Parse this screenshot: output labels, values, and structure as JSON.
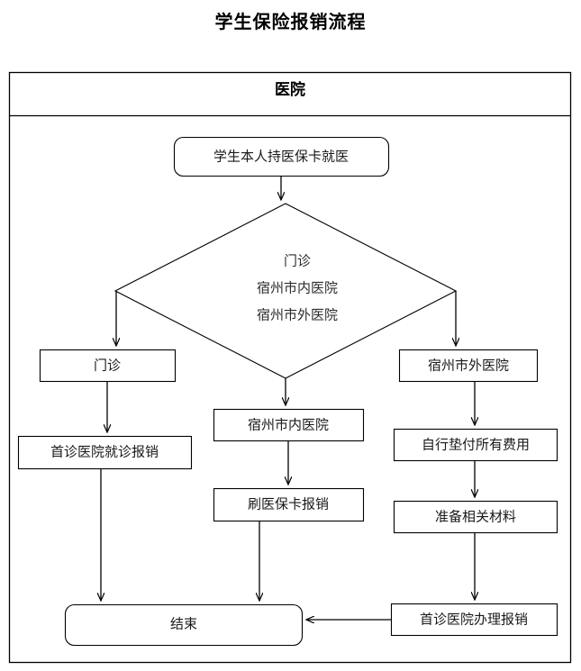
{
  "title": "学生保险报销流程",
  "lane": {
    "label": "医院"
  },
  "nodes": {
    "start": "学生本人持医保卡就医",
    "decision_line1": "门诊",
    "decision_line2": "宿州市内医院",
    "decision_line3": "宿州市外医院",
    "branch_left": "门诊",
    "branch_left_next": "首诊医院就诊报销",
    "branch_mid": "宿州市内医院",
    "branch_mid_next": "刷医保卡报销",
    "branch_right": "宿州市外医院",
    "branch_right_2": "自行垫付所有费用",
    "branch_right_3": "准备相关材料",
    "branch_right_4": "首诊医院办理报销",
    "end": "结束"
  },
  "colors": {
    "stroke": "#000000",
    "fill": "#ffffff",
    "text": "#1a1a1a"
  }
}
